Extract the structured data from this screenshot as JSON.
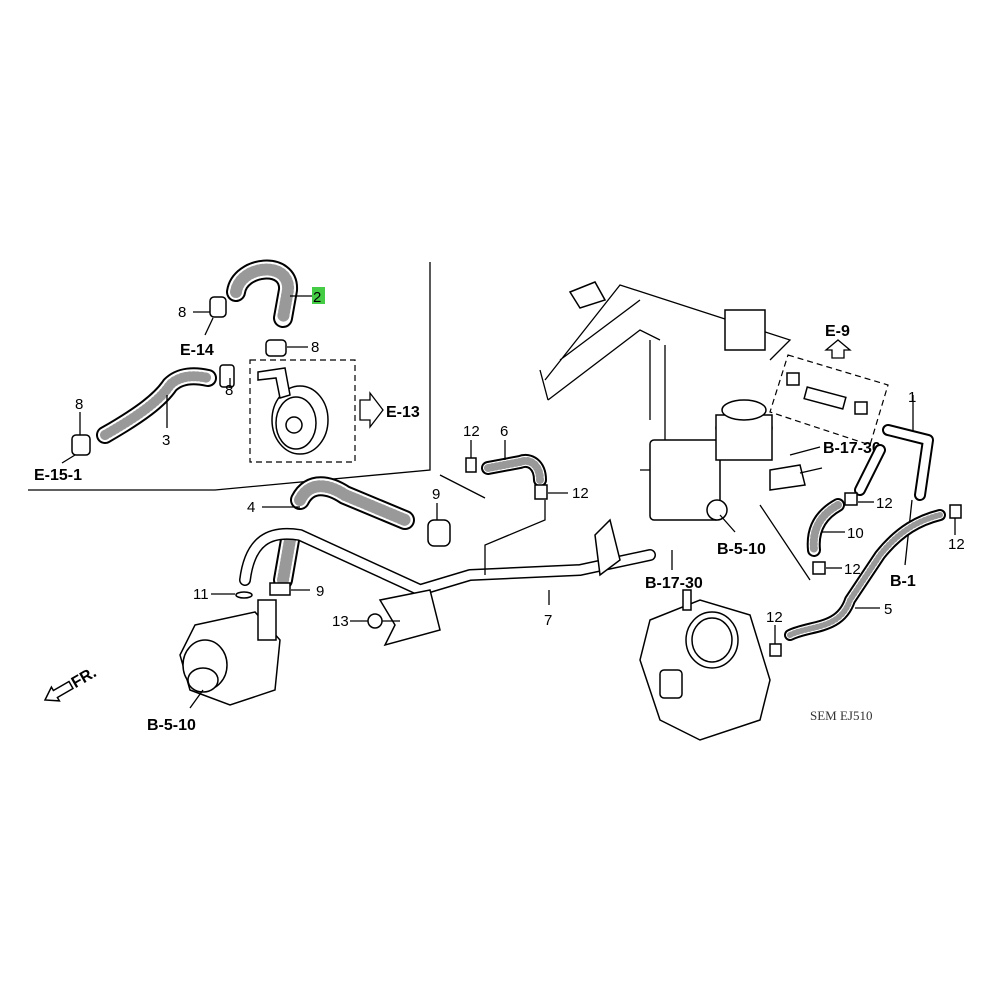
{
  "diagram": {
    "highlight_color": "#44cc44",
    "part_numbers": {
      "p2": "2",
      "p8a": "8",
      "p8b": "8",
      "p8c": "8",
      "p8d": "8",
      "p3": "3",
      "p12a": "12",
      "p6": "6",
      "p9a": "9",
      "p12b": "12",
      "p4": "4",
      "p11": "11",
      "p9b": "9",
      "p13": "13",
      "p7": "7",
      "p12c": "12",
      "p10": "10",
      "p12d": "12",
      "p1": "1",
      "p12e": "12",
      "p5": "5",
      "p12f": "12"
    },
    "references": {
      "e14": "E-14",
      "e13": "E-13",
      "e151": "E-15-1",
      "e9": "E-9",
      "b1730a": "B-17-30",
      "b1730b": "B-17-30",
      "b510a": "B-5-10",
      "b510b": "B-5-10",
      "b1": "B-1"
    },
    "front_indicator": "FR.",
    "diagram_code": "SEM  EJ510"
  }
}
